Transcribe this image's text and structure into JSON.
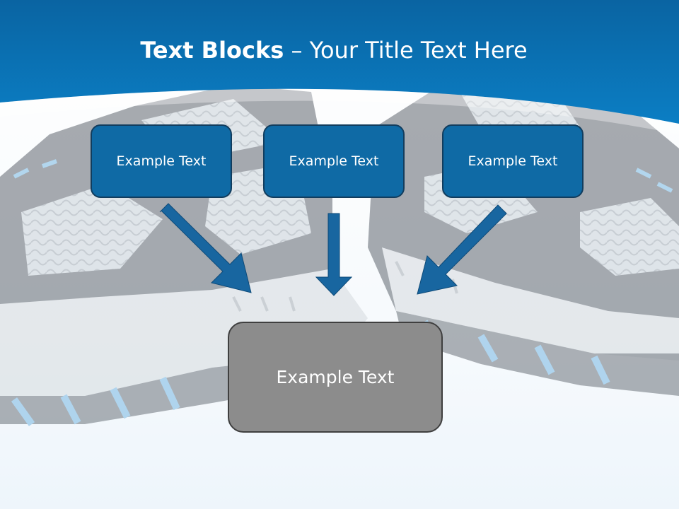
{
  "slide": {
    "title_bold": "Text Blocks",
    "title_dash": " – ",
    "title_rest": "Your Title Text Here"
  },
  "blocks": {
    "top": [
      {
        "label": "Example Text"
      },
      {
        "label": "Example Text"
      },
      {
        "label": "Example Text"
      }
    ],
    "bottom": {
      "label": "Example Text"
    }
  },
  "colors": {
    "header_blue": "#0a73b8",
    "box_blue": "#0f6aa5",
    "box_gray": "#8c8c8c",
    "arrow_blue": "#1866a0"
  }
}
